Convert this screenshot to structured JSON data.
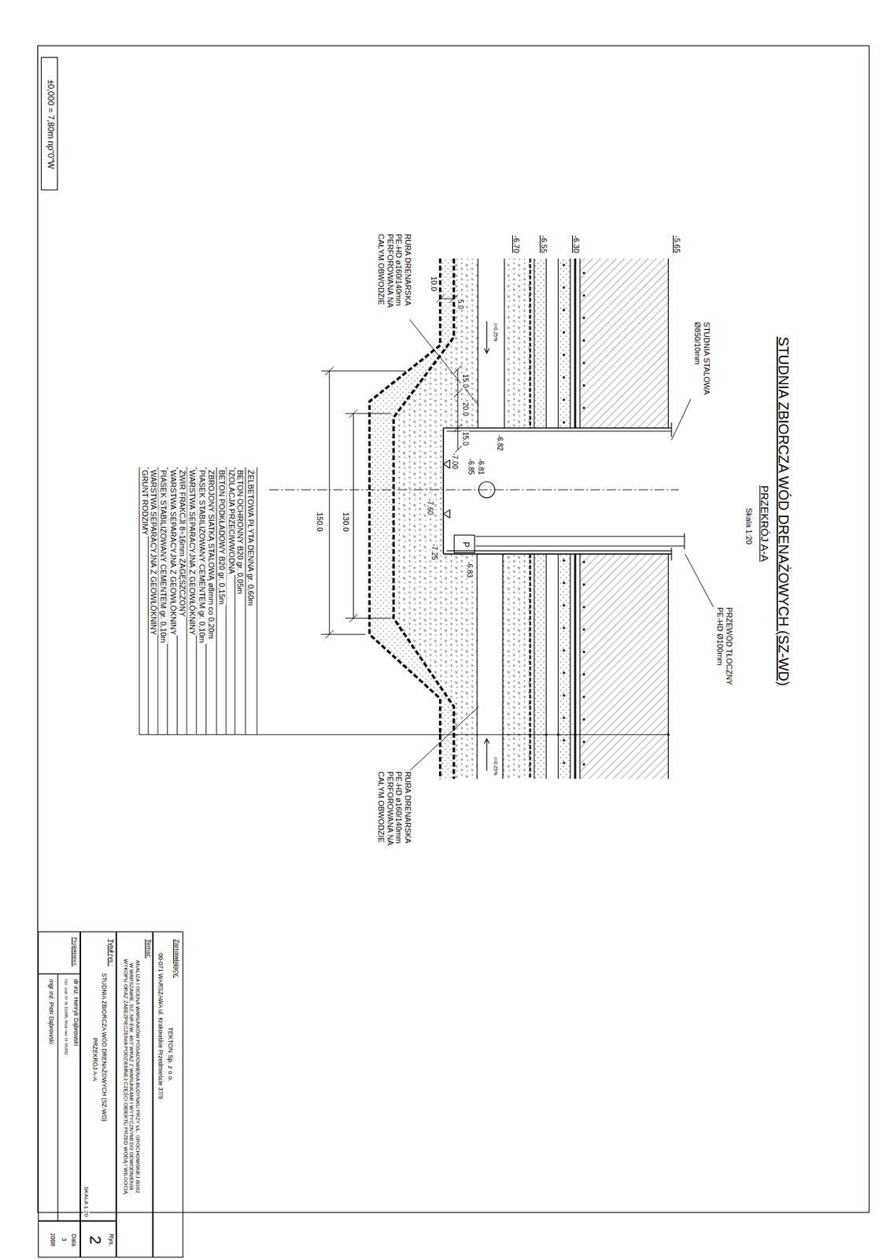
{
  "diagram": {
    "title": "STUDNIA ZBIORCZA WÓD DRENAŻOWYCH (SZ-WD)",
    "nodes": [
      {
        "text": [
          "±0,000 = 7,80m np\"0\"W"
        ]
      },
      {
        "text": [
          "P"
        ]
      },
      {
        "text": [
          "Zamawiający:",
          "TEKTON Sp. z o.o.",
          "00-071 WARSZAWA ul. Krakowskie Przedmieście 37/9"
        ]
      },
      {
        "text": [
          "Temat:",
          "ANALIZA I OCENA WARUNKÓW POSADOWIENIA BUDYNKU PRZY UL. GROCHOWSKIEJ 80/82 W WARSZAWIE, DZ. NR EW. 48/7 WRAZ Z WARUNKAMI I WYTYCZNYMI DO ODWODNIENIA WYKOPU ORAZ ZABEZPIECZENIA PODZIEMNEJ CZĘŚCI OBIEKTU PRZED WODĄ I WILGOCIĄ"
        ]
      },
      {
        "text": [
          "Tytuł rys.:",
          "STUDNIA ZBIORCZA WÓD DRENAŻOWYCH (SZ-WD)",
          "PRZEKRÓJ A-A",
          "SKALA 1:20"
        ]
      },
      {
        "text": [
          "Rys.",
          "2"
        ]
      },
      {
        "text": [
          "Projektanci:",
          "dr inż. Henryk Dąbrowski",
          "Upr. bud. Nr St-313/95, Wod-mel. Nr-553/92",
          "mgr inż. Piotr Dąbrowski"
        ]
      },
      {
        "text": [
          "Data",
          "3",
          "2008"
        ]
      }
    ],
    "labels": [
      "PRZEKRÓJ A-A",
      "Skala 1:20",
      "-5.65",
      "-6.30",
      "-6.55",
      "-6.70",
      "STUDNIA STALOWA Ø850/10mm",
      "RURA DRENARSKA PE-HD ø160/140mm PERFOROWANA NA CAŁYM OBWODZIE",
      "RURA DRENARSKA PE-HD ø160/140mm PERFOROWANA NA CAŁYM OBWODZIE",
      "PRZEWÓD TŁOCZNY PE-HD Ø100mm",
      "10.0",
      "5.0",
      "15.0",
      "20.0",
      "15.0",
      "i=0,25%",
      "i=0,25%",
      "-6.82",
      "-6.81",
      "-6.85",
      "-7.00",
      "-7.60",
      "-7.25",
      "-6.83",
      "150.0",
      "130.0",
      "ŻELBETOWA PŁYTA DENNA gr. 0,60m",
      "BETON OCHRONNY B20 gr. 0,05m",
      "IZOLACJA PRZECIWWODNA",
      "BETON PODKŁADOWY B20 gr. 0,15m",
      "ZBROJONY SIATKĄ STALOWĄ ø8mm co 0,20m",
      "PIASEK STABILIZOWANY CEMENTEM gr. 0,10m",
      "WARSTWA SEPARACYJNA Z GEOWŁÓKNINY",
      "ŻWIR FRAKCJI 8÷16mm ZAGĘSZCZONY",
      "WARSTWA SEPARACYJNA Z GEOWŁÓKNINY",
      "PIASEK STABILIZOWANY CEMENTEM gr. 0,10m",
      "WARSTWA SEPARACYJNA Z GEOWŁÓKNINY",
      "GRUNT RODZIMY"
    ]
  }
}
